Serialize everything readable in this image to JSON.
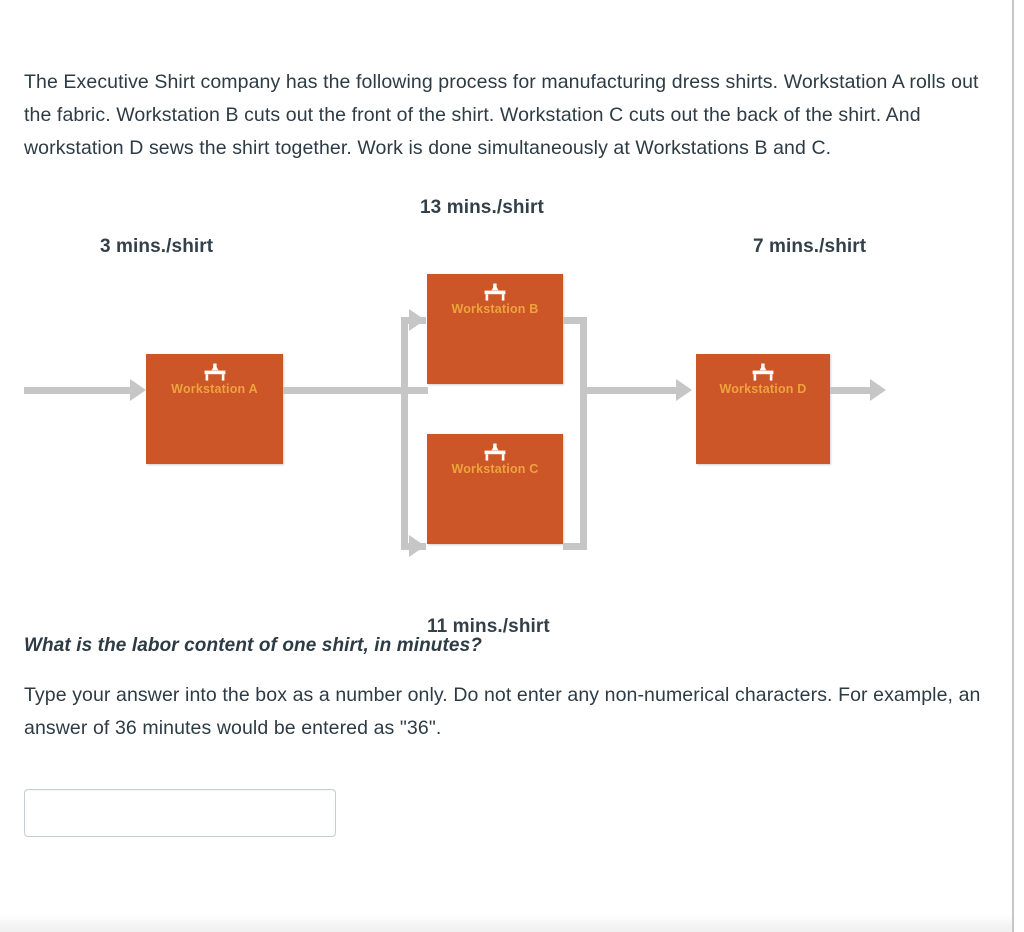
{
  "prompt": "The Executive Shirt company has the following process for manufacturing dress shirts. Workstation A rolls out the fabric. Workstation B cuts out the front of the shirt. Workstation C cuts out the back of the shirt. And workstation D sews the shirt together. Work is done simultaneously at Workstations B and C.",
  "diagram": {
    "colors": {
      "box_fill": "#cc5628",
      "box_label": "#eda43c",
      "connector": "#c6c6c6",
      "time_label": "#33404a"
    },
    "icon_name": "workstation-desk-icon",
    "stations": [
      {
        "id": "a",
        "name": "Workstation A",
        "time_label": "3 mins./shirt"
      },
      {
        "id": "b",
        "name": "Workstation B",
        "time_label": "13 mins./shirt"
      },
      {
        "id": "c",
        "name": "Workstation C",
        "time_label": "11 mins./shirt"
      },
      {
        "id": "d",
        "name": "Workstation D",
        "time_label": "7 mins./shirt"
      }
    ]
  },
  "question": "What is the labor content of one shirt, in minutes?",
  "instructions": "Type your answer into the box as a number only. Do not enter any non-numerical characters. For example, an answer of 36 minutes would be entered as \"36\".",
  "answer_field": {
    "value": "",
    "placeholder": ""
  }
}
